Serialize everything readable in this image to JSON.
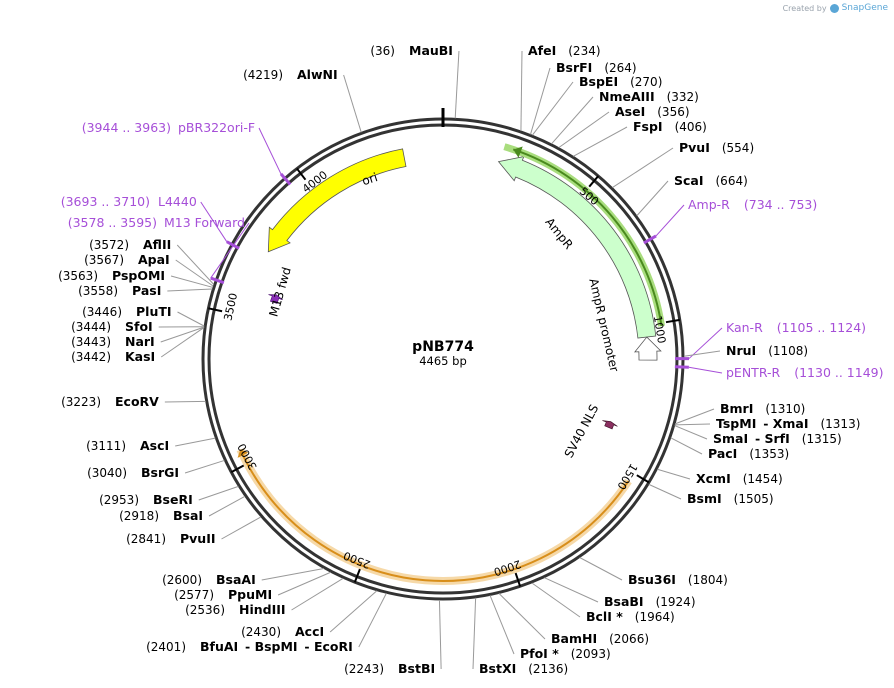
{
  "credit": {
    "prefix": "Created by",
    "brand": "SnapGene"
  },
  "plasmid": {
    "name": "pNB774",
    "length_label": "4465 bp",
    "length": 4465
  },
  "ticks": [
    "500",
    "1000",
    "1500",
    "2000",
    "2500",
    "3000",
    "3500",
    "4000"
  ],
  "features": [
    {
      "name": "ori",
      "color": "#ffff00"
    },
    {
      "name": "AmpR",
      "color": "#ccffcc"
    },
    {
      "name": "AmpR promoter",
      "color": "#ffffff"
    },
    {
      "name": "M13 fwd",
      "color": "#8b2fb8"
    },
    {
      "name": "SV40 NLS",
      "color": "#8b2f60"
    },
    {
      "name": "Kan-R",
      "color": "#a64fd8"
    }
  ],
  "enzymes": [
    {
      "pos": "(36)",
      "name": "MauBI"
    },
    {
      "pos": "(4219)",
      "name": "AlwNI"
    },
    {
      "pos": "(234)",
      "name": "AfeI"
    },
    {
      "pos": "(264)",
      "name": "BsrFI"
    },
    {
      "pos": "(270)",
      "name": "BspEI"
    },
    {
      "pos": "(332)",
      "name": "NmeAIII"
    },
    {
      "pos": "(356)",
      "name": "AseI"
    },
    {
      "pos": "(406)",
      "name": "FspI"
    },
    {
      "pos": "(554)",
      "name": "PvuI"
    },
    {
      "pos": "(664)",
      "name": "ScaI"
    },
    {
      "pos": "(1108)",
      "name": "NruI"
    },
    {
      "pos": "(1310)",
      "name": "BmrI"
    },
    {
      "pos": "(1313)",
      "name": "TspMI - XmaI"
    },
    {
      "pos": "(1315)",
      "name": "SmaI - SrfI"
    },
    {
      "pos": "(1353)",
      "name": "PacI"
    },
    {
      "pos": "(1454)",
      "name": "XcmI"
    },
    {
      "pos": "(1505)",
      "name": "BsmI"
    },
    {
      "pos": "(1804)",
      "name": "Bsu36I"
    },
    {
      "pos": "(1924)",
      "name": "BsaBI"
    },
    {
      "pos": "(1964)",
      "name": "BclI *"
    },
    {
      "pos": "(2066)",
      "name": "BamHI"
    },
    {
      "pos": "(2093)",
      "name": "PfoI *"
    },
    {
      "pos": "(2136)",
      "name": "BstXI"
    },
    {
      "pos": "(2243)",
      "name": "BstBI"
    },
    {
      "pos": "(2401)",
      "name": "BfuAI - BspMI - EcoRI"
    },
    {
      "pos": "(2430)",
      "name": "AccI"
    },
    {
      "pos": "(2536)",
      "name": "HindIII"
    },
    {
      "pos": "(2577)",
      "name": "PpuMI"
    },
    {
      "pos": "(2600)",
      "name": "BsaAI"
    },
    {
      "pos": "(2841)",
      "name": "PvuII"
    },
    {
      "pos": "(2918)",
      "name": "BsaI"
    },
    {
      "pos": "(2953)",
      "name": "BseRI"
    },
    {
      "pos": "(3040)",
      "name": "BsrGI"
    },
    {
      "pos": "(3111)",
      "name": "AscI"
    },
    {
      "pos": "(3223)",
      "name": "EcoRV"
    },
    {
      "pos": "(3442)",
      "name": "KasI"
    },
    {
      "pos": "(3443)",
      "name": "NarI"
    },
    {
      "pos": "(3444)",
      "name": "SfoI"
    },
    {
      "pos": "(3446)",
      "name": "PluTI"
    },
    {
      "pos": "(3558)",
      "name": "PasI"
    },
    {
      "pos": "(3563)",
      "name": "PspOMI"
    },
    {
      "pos": "(3567)",
      "name": "ApaI"
    },
    {
      "pos": "(3572)",
      "name": "AflII"
    }
  ],
  "primers": [
    {
      "label": "Amp-R",
      "range": "(734 .. 753)"
    },
    {
      "label": "Kan-R",
      "range": "(1105 .. 1124)"
    },
    {
      "label": "pENTR-R",
      "range": "(1130 .. 1149)"
    },
    {
      "label": "pBR322ori-F",
      "range": "(3944 .. 3963)"
    },
    {
      "label": "L4440",
      "range": "(3693 .. 3710)"
    },
    {
      "label": "M13 Forward",
      "range": "(3578 .. 3595)"
    }
  ]
}
